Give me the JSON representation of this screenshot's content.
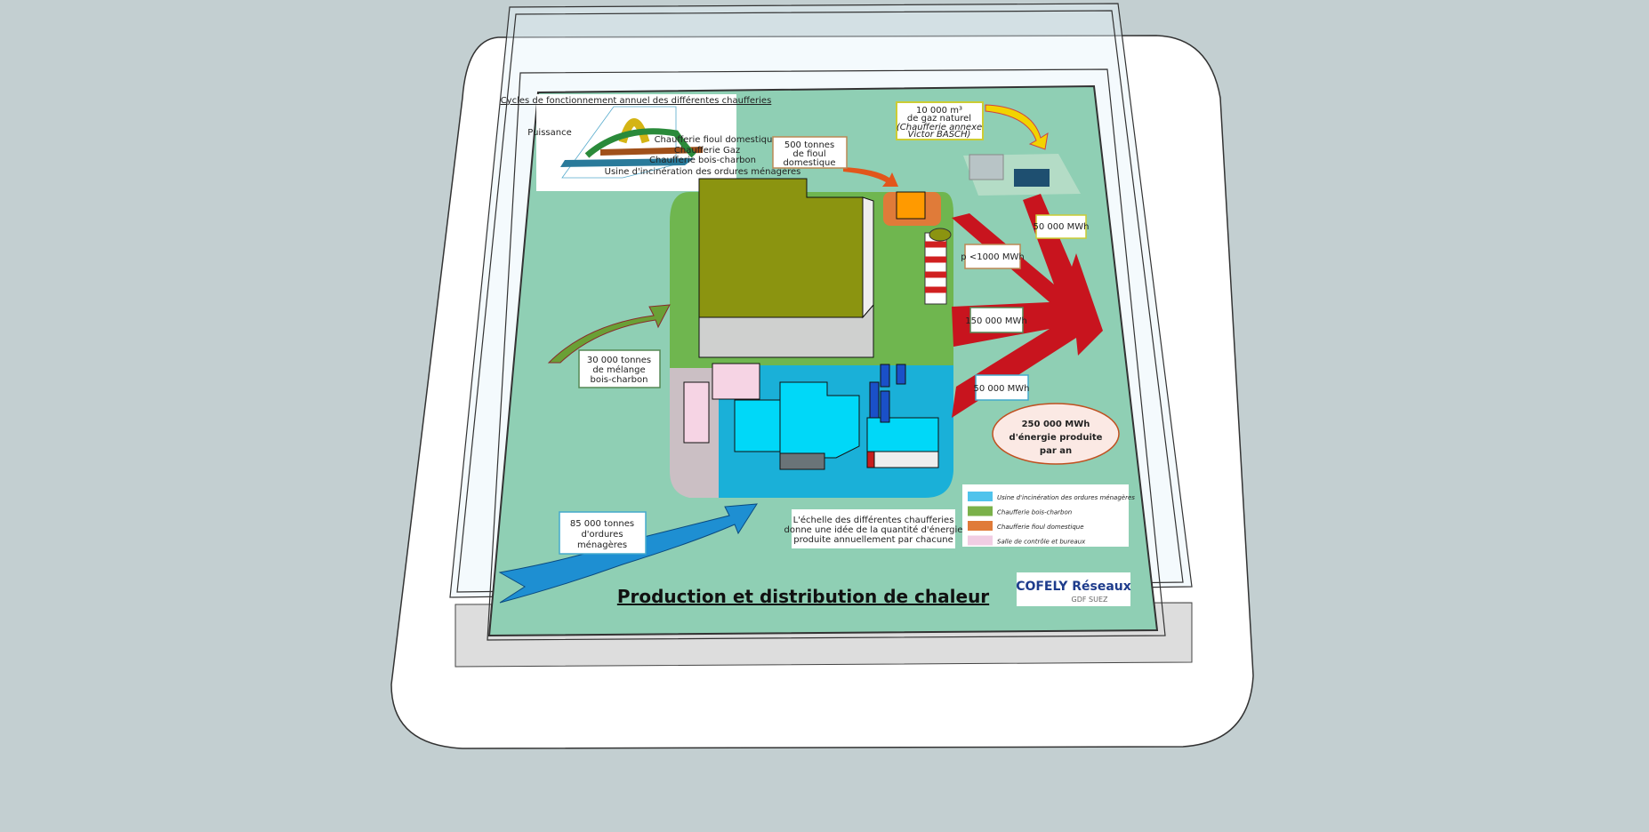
{
  "chart_inset": {
    "title": "Cycles de fonctionnement annuel des différentes chaufferies",
    "ylabel": "Puissance",
    "series": [
      "Chaufferie fioul domestique",
      "Chaufferie Gaz",
      "Chaufferie bois-charbon",
      "Usine d'incinération des ordures ménagères"
    ]
  },
  "labels": {
    "fioul_line1": "500 tonnes",
    "fioul_line2": "de fioul",
    "fioul_line3": "domestique",
    "gaz_line1": "10 000 m³",
    "gaz_line2": "de gaz naturel",
    "gaz_line3": "(Chaufferie annexe",
    "gaz_line4": "Victor BASCH)",
    "mwh_top": "50 000 MWh",
    "mwh_fioul": "p <1000 MWh",
    "mwh_bois": "150 000 MWh",
    "mwh_usine": "50 000 MWh",
    "total_line1": "250 000 MWh",
    "total_line2": "d'énergie produite",
    "total_line3": "par an",
    "bois_line1": "30 000 tonnes",
    "bois_line2": "de mélange",
    "bois_line3": "bois-charbon",
    "om_line1": "85 000 tonnes",
    "om_line2": "d'ordures",
    "om_line3": "ménagères",
    "scale_line1": "L'échelle des différentes chaufferies",
    "scale_line2": "donne une idée de la quantité d'énergie",
    "scale_line3": "produite annuellement par chacune"
  },
  "legend": [
    {
      "label": "Usine d'incinération des ordures ménagères",
      "color": "#4fc3ec"
    },
    {
      "label": "Chaufferie bois-charbon",
      "color": "#7bb14a"
    },
    {
      "label": "Chaufferie fioul domestique",
      "color": "#e07b39"
    },
    {
      "label": "Salle de contrôle et bureaux",
      "color": "#f1cde3"
    }
  ],
  "title": "Production et distribution de chaleur",
  "logo": {
    "brand": "COFELY Réseaux",
    "sub": "GDF SUEZ"
  }
}
